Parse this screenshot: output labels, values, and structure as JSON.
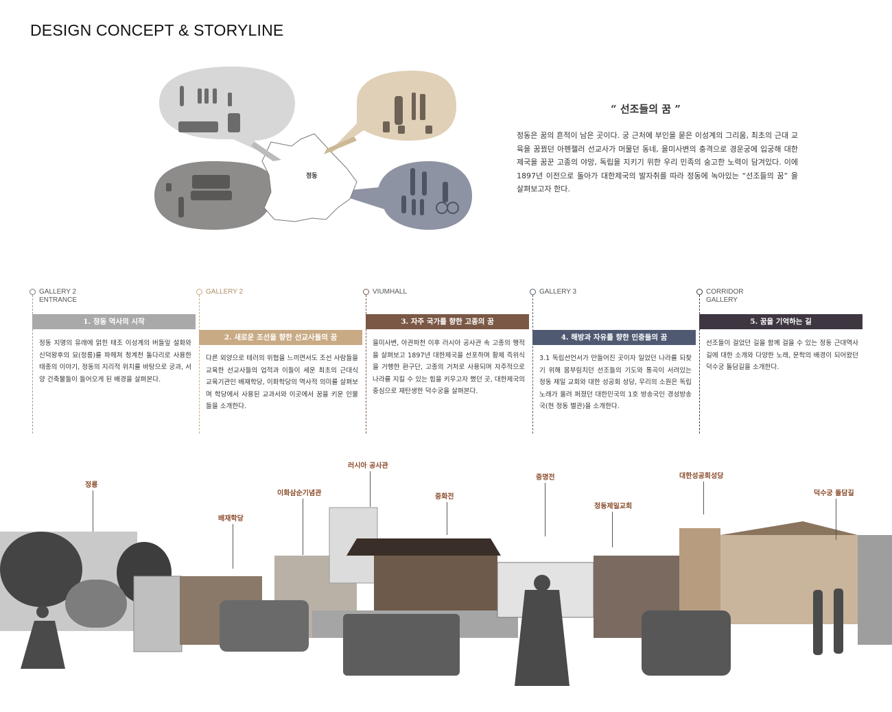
{
  "page": {
    "title": "DESIGN CONCEPT & STORYLINE"
  },
  "diagram": {
    "center_label": "정동"
  },
  "concept": {
    "quote": "“ 선조들의 꿈 ”",
    "text": "정동은 꿈의 흔적이 남은 곳이다. 궁 근처에 부인을 묻은 이성계의 그리움, 최초의 근대 교육을 꿈꿨던 아펜젤러 선교사가 머물던 동네, 을미사변의 충격으로 경운궁에 입궁해 대한제국을 꿈꾼 고종의 야망, 독립을 지키기 위한 우리 민족의 숭고한 노력이 담겨있다. 이에 1897년 이전으로 돌아가 대한제국의 발자취를 따라 정동에 녹아있는 “선조들의 꿈” 을 살펴보고자 한다."
  },
  "timeline": [
    {
      "location": "GALLERY 2\nENTRANCE",
      "heading": "1. 정동 역사의 시작",
      "color": "#a9a9a9",
      "text": "정동 지명의 유래에 얽힌 태조 이성계의 버들잎 설화와 신덕왕후의 묘(정릉)를 파헤쳐 청계천 돌다리로 사용한 태종의 이야기, 정동의 지리적 위치를 바탕으로 궁과, 서양 건축물들이 들어오게 된 배경을 살펴본다."
    },
    {
      "location": "GALLERY 2",
      "heading": "2. 새로운 조선을 향한 선교사들의 꿈",
      "color": "#c8aa85",
      "text": "다른 외양으로 테러의 위협을 느끼면서도 조선 사람들을 교육한 선교사들의 업적과 이들이 세운 최초의 근대식 교육기관인 배재학당, 이화학당의 역사적 의미를 살펴보며 학당에서 사용된 교과서와 이곳에서 꿈을 키운 인물들을 소개한다."
    },
    {
      "location": "VIUMHALL",
      "heading": "3. 자주 국가를 향한 고종의 꿈",
      "color": "#7a5845",
      "text": "을미사변, 아관파천 이후 러시아 공사관 속 고종의 행적을 살펴보고 1897년 대한제국을 선포하며 황제 즉위식을 거행한 환구단, 고종의 거처로 사용되며 자주적으로 나라를 지킬 수 있는 힘을 키우고자 했던 곳, 대한제국의 중심으로 재탄생한 덕수궁을 살펴본다."
    },
    {
      "location": "GALLERY 3",
      "heading": "4. 해방과 자유를 향한 민중들의 꿈",
      "color": "#4f5a72",
      "text": "3.1 독립선언서가 만들어진 곳이자 일었던 나라를 되찾기 위해 몸부림치던 선조들의 기도와 통곡이 서려있는 정동 제일 교회와 대한 성공회 성당, 우리의 소원은 독립 노래가 울려 퍼졌던 대한민국의 1호 방송국인 경성방송국(현 정동 별관)을 소개한다."
    },
    {
      "location": "CORRIDOR\nGALLERY",
      "heading": "5. 꿈을 기억하는 길",
      "color": "#3e3640",
      "text": "선조들이 걸었던 길을 함께 걸을 수 있는 정동 근대역사길에 대한 소개와 다양한 노래, 문학의 배경이 되어왔던 덕수궁 돌담길을 소개한다."
    }
  ],
  "landmarks": [
    "정릉",
    "배재학당",
    "이화삼순기념관",
    "러시아 공사관",
    "중화전",
    "중명전",
    "정동제일교회",
    "대한성공회성당",
    "덕수궁 돌담길"
  ]
}
